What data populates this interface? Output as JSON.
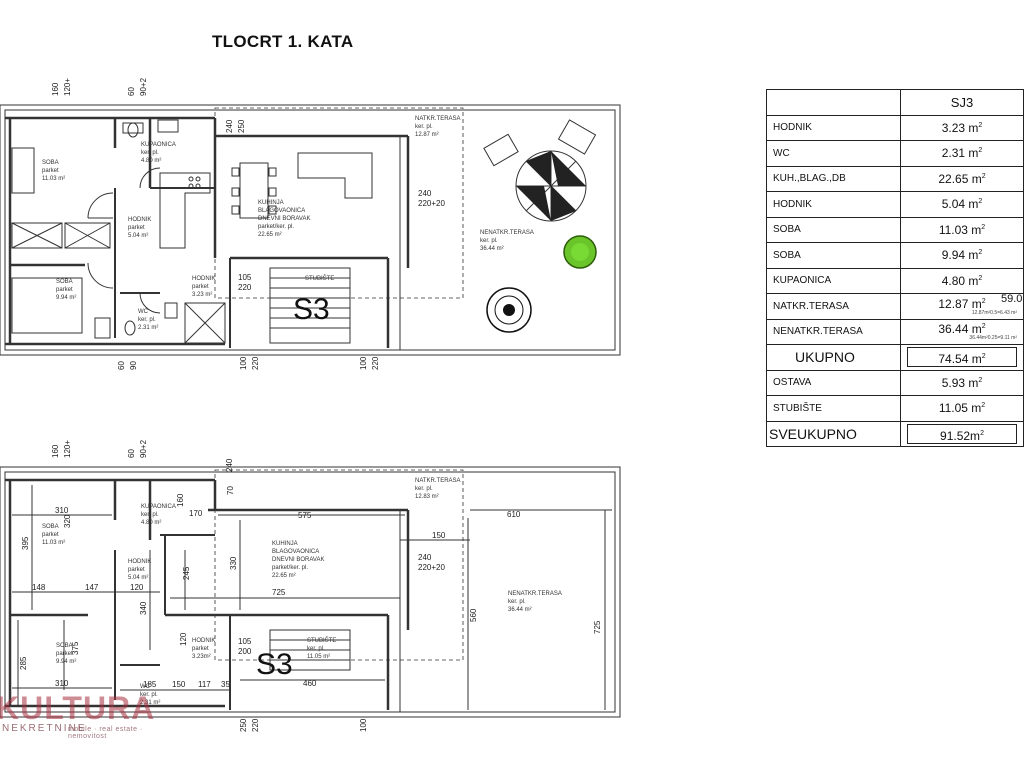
{
  "title": "TLOCRT 1. KATA",
  "table": {
    "header": "SJ3",
    "rows": [
      {
        "name": "HODNIK",
        "value": "3.23 m",
        "unit_sup": "2"
      },
      {
        "name": "WC",
        "value": "2.31 m",
        "unit_sup": "2"
      },
      {
        "name": "KUH.,BLAG.,DB",
        "value": "22.65 m",
        "unit_sup": "2"
      },
      {
        "name": "HODNIK",
        "value": "5.04 m",
        "unit_sup": "2"
      },
      {
        "name": "SOBA",
        "value": "11.03 m",
        "unit_sup": "2"
      },
      {
        "name": "SOBA",
        "value": "9.94 m",
        "unit_sup": "2"
      },
      {
        "name": "KUPAONICA",
        "value": "4.80 m",
        "unit_sup": "2"
      },
      {
        "name": "NATKR.TERASA",
        "value": "12.87 m",
        "unit_sup": "2",
        "note": "12.87m²0.5=6.43 m²"
      },
      {
        "name": "NENATKR.TERASA",
        "value": "36.44 m",
        "unit_sup": "2",
        "note": "36.44m²0.25=9.11 m²"
      }
    ],
    "total": {
      "name": "UKUPNO",
      "value": "74.54 m",
      "unit_sup": "2"
    },
    "extra_rows": [
      {
        "name": "OSTAVA",
        "value": "5.93 m",
        "unit_sup": "2"
      },
      {
        "name": "STUBIŠTE",
        "value": "11.05 m",
        "unit_sup": "2"
      }
    ],
    "grand_total": {
      "name": "SVEUKUPNO",
      "value": "91.52m",
      "unit_sup": "2"
    },
    "side_value": "59.0"
  },
  "plan_top": {
    "rooms": {
      "soba1": {
        "name": "SOBA",
        "floor": "parket",
        "area": "11.03 m²"
      },
      "kupaonica": {
        "name": "KUPAONICA",
        "floor": "ker. pl.",
        "area": "4.80 m²"
      },
      "hodnik1": {
        "name": "HODNIK",
        "floor": "parket",
        "area": "5.04 m²"
      },
      "soba2": {
        "name": "SOBA",
        "floor": "parket",
        "area": "9.94 m²"
      },
      "wc": {
        "name": "WC",
        "floor": "ker. pl.",
        "area": "2.31 m²"
      },
      "hodnik2": {
        "name": "HODNIK",
        "floor": "parket",
        "area": "3.23 m²"
      },
      "kuhinja1": "KUHINJA",
      "kuhinja2": "BLAGOVAONICA",
      "kuhinja3": "DNEVNI BORAVAK",
      "kuhinja4": "parket/ker. pl.",
      "kuhinja5": "22.65 m²",
      "natkr": {
        "name": "NATKR.TERASA",
        "floor": "ker. pl.",
        "area": "12.87 m²"
      },
      "nenatkr": {
        "name": "NENATKR.TERASA",
        "floor": "ker. pl.",
        "area": "36.44 m²"
      },
      "stubiste": "STUBIŠTE"
    },
    "dims": [
      "160",
      "120+20",
      "60",
      "90+20",
      "240",
      "250",
      "240",
      "220+20",
      "105",
      "220",
      "100",
      "220",
      "100",
      "220",
      "60",
      "90"
    ],
    "big_label": "S3"
  },
  "plan_bottom": {
    "rooms": {
      "soba1": {
        "name": "SOBA",
        "floor": "parket",
        "area": "11.03 m²"
      },
      "kupaonica": {
        "name": "KUPAONICA",
        "floor": "ker. pl.",
        "area": "4.80 m²"
      },
      "hodnik1": {
        "name": "HODNIK",
        "floor": "parket",
        "area": "5.04 m²"
      },
      "soba2": {
        "name": "SOBA",
        "floor": "parket",
        "area": "9.94 m²"
      },
      "wc": {
        "name": "WC",
        "floor": "ker. pl.",
        "area": "2.31 m²"
      },
      "hodnik2": {
        "name": "HODNIK",
        "floor": "parket",
        "area": "3.23m²"
      },
      "kuhinja1": "KUHINJA",
      "kuhinja2": "BLAGOVAONICA",
      "kuhinja3": "DNEVNI BORAVAK",
      "kuhinja4": "parket/ker. pl.",
      "kuhinja5": "22.65 m²",
      "natkr": {
        "name": "NATKR.TERASA",
        "floor": "ker. pl.",
        "area": "12.83 m²"
      },
      "nenatkr": {
        "name": "NENATKR.TERASA",
        "floor": "ker. pl.",
        "area": "36.44 m²"
      },
      "stubiste": {
        "name": "STUBIŠTE",
        "floor": "ker. pl.",
        "area": "11.05 m²"
      }
    },
    "dims": {
      "d310a": "310",
      "d320": "320",
      "d395": "395",
      "d148": "148",
      "d147": "147",
      "d285": "285",
      "d375": "375",
      "d310b": "310",
      "d120a": "120",
      "d340": "340",
      "d120b": "120",
      "d245": "245",
      "d330": "330",
      "d575": "575",
      "d725": "725",
      "d150": "150",
      "d610": "610",
      "d560": "560",
      "d725b": "725",
      "d460": "460",
      "d185": "185",
      "d150b": "150",
      "d117": "117",
      "d35": "35",
      "d160": "160",
      "d170": "170",
      "d70": "70",
      "d240": "240",
      "d250": "250",
      "d220": "220",
      "d105": "105",
      "d200": "200",
      "d160top": "160",
      "d120top": "120+20",
      "d60": "60",
      "d90": "90+20",
      "d240b": "240",
      "d220b": "220+20",
      "d100": "100"
    },
    "big_label": "S3"
  },
  "logo": {
    "main": "KULTURA",
    "sub": "NEKRETNINE",
    "tag": "mobile · real estate · nemovitost"
  }
}
